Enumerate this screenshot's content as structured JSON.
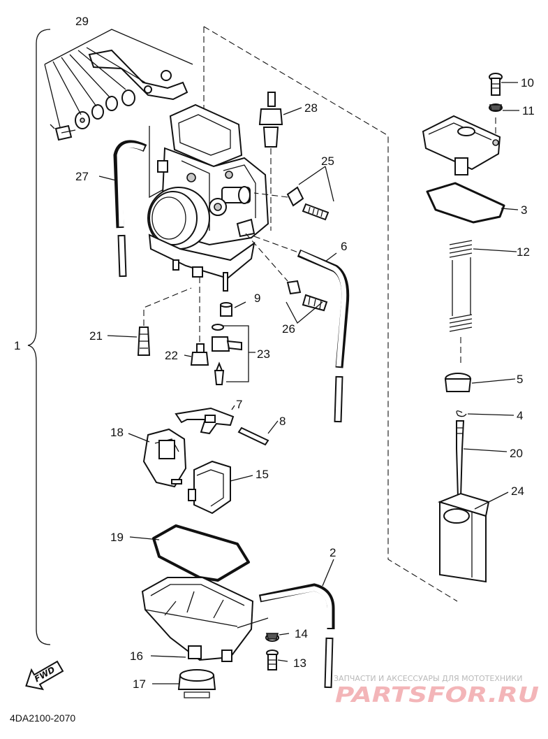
{
  "diagram": {
    "title_code": "4DA2100-2070",
    "fwd_label": "FWD",
    "watermark": {
      "subtitle": "ЗАПЧАСТИ И АКСЕССУАРЫ ДЛЯ МОТОТЕХНИКИ",
      "brand": "PARTSFOR.RU"
    },
    "callouts": [
      {
        "id": "c1",
        "label": "1"
      },
      {
        "id": "c2",
        "label": "2"
      },
      {
        "id": "c3",
        "label": "3"
      },
      {
        "id": "c4",
        "label": "4"
      },
      {
        "id": "c5",
        "label": "5"
      },
      {
        "id": "c6",
        "label": "6"
      },
      {
        "id": "c7",
        "label": "7"
      },
      {
        "id": "c8",
        "label": "8"
      },
      {
        "id": "c9",
        "label": "9"
      },
      {
        "id": "c10",
        "label": "10"
      },
      {
        "id": "c11",
        "label": "11"
      },
      {
        "id": "c12",
        "label": "12"
      },
      {
        "id": "c13",
        "label": "13"
      },
      {
        "id": "c14",
        "label": "14"
      },
      {
        "id": "c15",
        "label": "15"
      },
      {
        "id": "c16",
        "label": "16"
      },
      {
        "id": "c17",
        "label": "17"
      },
      {
        "id": "c18",
        "label": "18"
      },
      {
        "id": "c19",
        "label": "19"
      },
      {
        "id": "c20",
        "label": "20"
      },
      {
        "id": "c21",
        "label": "21"
      },
      {
        "id": "c22",
        "label": "22"
      },
      {
        "id": "c23",
        "label": "23"
      },
      {
        "id": "c24",
        "label": "24"
      },
      {
        "id": "c25",
        "label": "25"
      },
      {
        "id": "c26",
        "label": "26"
      },
      {
        "id": "c27",
        "label": "27"
      },
      {
        "id": "c28",
        "label": "28"
      },
      {
        "id": "c29",
        "label": "29"
      }
    ]
  }
}
